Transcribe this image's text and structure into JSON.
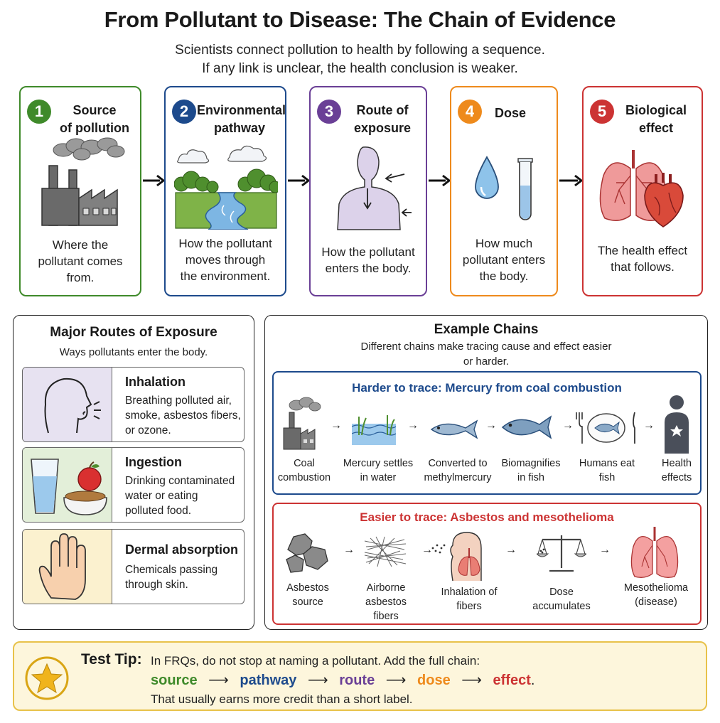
{
  "title": "From Pollutant to Disease: The Chain of Evidence",
  "subtitle": [
    "Scientists connect pollution to health by following a sequence.",
    "If any link is unclear, the health conclusion is weaker."
  ],
  "steps": [
    {
      "num": "1",
      "title1": "Source",
      "title2": "of pollution",
      "desc1": "Where the",
      "desc2": "pollutant comes",
      "desc3": "from.",
      "color": "#3f8a2a"
    },
    {
      "num": "2",
      "title1": "Environmental",
      "title2": "pathway",
      "desc1": "How the pollutant",
      "desc2": "moves through",
      "desc3": "the environment.",
      "color": "#1d4a8c"
    },
    {
      "num": "3",
      "title1": "Route of",
      "title2": "exposure",
      "desc1": "How the pollutant",
      "desc2": "enters the body.",
      "color": "#6a3f96"
    },
    {
      "num": "4",
      "title1": "Dose",
      "desc1": "How much",
      "desc2": "pollutant enters",
      "desc3": "the body.",
      "color": "#ee8a1c"
    },
    {
      "num": "5",
      "title1": "Biological",
      "title2": "effect",
      "desc1": "The health effect",
      "desc2": "that follows.",
      "color": "#cc3333"
    }
  ],
  "routes_panel": {
    "title": "Major Routes of Exposure",
    "subtitle": "Ways pollutants enter the body.",
    "routes": [
      {
        "name": "Inhalation",
        "desc1": "Breathing polluted air,",
        "desc2": "smoke, asbestos fibers,",
        "desc3": "or ozone.",
        "bg": "#e7e2f1"
      },
      {
        "name": "Ingestion",
        "desc1": "Drinking contaminated",
        "desc2": "water or eating",
        "desc3": "polluted food.",
        "bg": "#e3efd9"
      },
      {
        "name": "Dermal absorption",
        "desc1": "Chemicals passing",
        "desc2": "through skin.",
        "bg": "#fbf1cf"
      }
    ]
  },
  "chains_panel": {
    "title": "Example Chains",
    "subtitle1": "Different chains make tracing cause and effect easier",
    "subtitle2": "or harder.",
    "hard": {
      "heading": "Harder to trace: Mercury from coal combustion",
      "color": "#1d4a8c",
      "steps": [
        {
          "l1": "Coal",
          "l2": "combustion"
        },
        {
          "l1": "Mercury settles",
          "l2": "in water"
        },
        {
          "l1": "Converted to",
          "l2": "methylmercury"
        },
        {
          "l1": "Biomagnifies",
          "l2": "in fish"
        },
        {
          "l1": "Humans eat",
          "l2": "fish"
        },
        {
          "l1": "Health",
          "l2": "effects"
        }
      ]
    },
    "easy": {
      "heading": "Easier to trace: Asbestos and mesothelioma",
      "color": "#cc3333",
      "steps": [
        {
          "l1": "Asbestos",
          "l2": "source"
        },
        {
          "l1": "Airborne",
          "l2": "asbestos",
          "l3": "fibers"
        },
        {
          "l1": "Inhalation of",
          "l2": "fibers"
        },
        {
          "l1": "Dose",
          "l2": "accumulates"
        },
        {
          "l1": "Mesothelioma",
          "l2": "(disease)"
        }
      ]
    }
  },
  "tip": {
    "label": "Test Tip:",
    "line1": "In FRQs, do not stop at naming a pollutant. Add the full chain:",
    "chain": [
      "source",
      "pathway",
      "route",
      "dose",
      "effect"
    ],
    "chain_end": ".",
    "line3": "That usually earns more credit than a short label."
  },
  "icons": [
    "factory-icon",
    "river-landscape-icon",
    "body-outline-icon",
    "water-drop-icon",
    "test-tube-icon",
    "lungs-icon",
    "heart-icon",
    "head-breathing-icon",
    "water-glass-icon",
    "apple-icon",
    "hand-icon",
    "fish-icon",
    "plate-icon",
    "person-icon",
    "rock-icon",
    "fibers-icon",
    "scale-icon",
    "star-icon"
  ]
}
